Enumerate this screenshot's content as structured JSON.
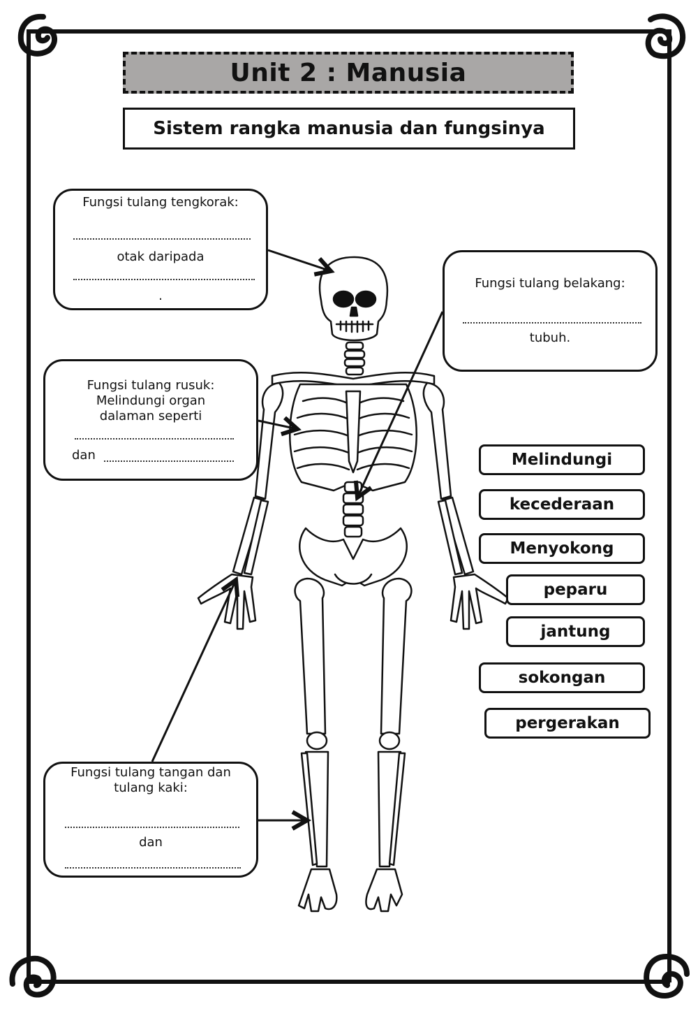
{
  "header": {
    "title": "Unit 2 : Manusia",
    "subtitle": "Sistem rangka manusia dan fungsinya"
  },
  "callouts": {
    "tengkorak": {
      "heading": "Fungsi tulang tengkorak:",
      "middle": "otak daripada",
      "end": "."
    },
    "belakang": {
      "heading": "Fungsi tulang belakang:",
      "end": "tubuh."
    },
    "rusuk": {
      "heading": "Fungsi tulang rusuk:",
      "line2": "Melindungi  organ",
      "line3": "dalaman seperti",
      "dan": "dan"
    },
    "tangan_kaki": {
      "heading": "Fungsi tulang tangan dan",
      "line2": "tulang kaki:",
      "dan": "dan"
    }
  },
  "word_bank": [
    {
      "label": "Melindungi"
    },
    {
      "label": "kecederaan"
    },
    {
      "label": "Menyokong"
    },
    {
      "label": "peparu"
    },
    {
      "label": "jantung"
    },
    {
      "label": "sokongan"
    },
    {
      "label": "pergerakan"
    }
  ],
  "colors": {
    "title_bg": "#a9a7a6",
    "ink": "#111111",
    "paper": "#ffffff"
  }
}
